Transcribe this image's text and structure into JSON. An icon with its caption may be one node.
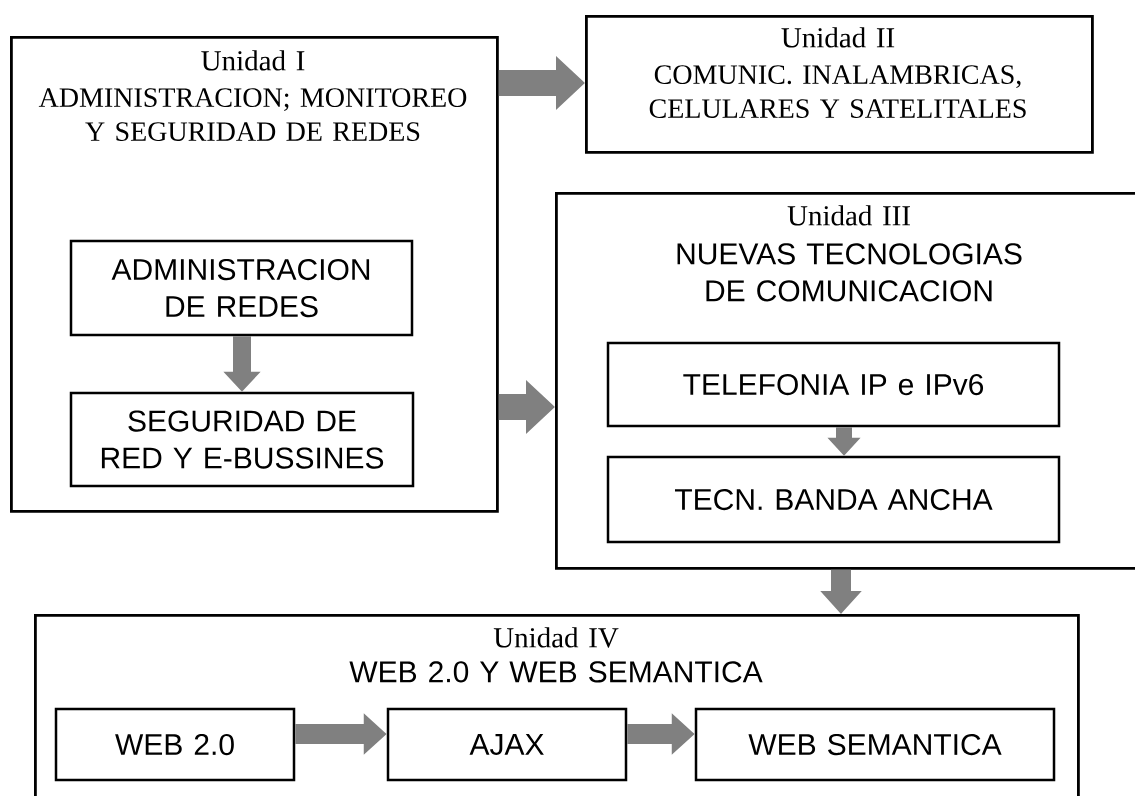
{
  "diagram": {
    "nodes": [
      {
        "text": [
          "Unidad I",
          "ADMINISTRACION; MONITOREO Y SEGURIDAD DE REDES"
        ]
      },
      {
        "text": [
          "ADMINISTRACION DE REDES"
        ],
        "in": 0
      },
      {
        "text": [
          "SEGURIDAD DE RED Y E-BUSSINES"
        ],
        "in": 0
      },
      {
        "text": [
          "Unidad II",
          "COMUNIC. INALAMBRICAS, CELULARES Y SATELITALES"
        ]
      },
      {
        "text": [
          "Unidad III",
          "NUEVAS TECNOLOGIAS DE COMUNICACION"
        ]
      },
      {
        "text": [
          "TELEFONIA IP e IPv6"
        ],
        "in": 4
      },
      {
        "text": [
          "TECN. BANDA ANCHA"
        ],
        "in": 4
      },
      {
        "text": [
          "Unidad IV",
          "WEB 2.0 Y WEB SEMANTICA"
        ]
      },
      {
        "text": [
          "WEB 2.0"
        ],
        "in": 7
      },
      {
        "text": [
          "AJAX"
        ],
        "in": 7
      },
      {
        "text": [
          "WEB SEMANTICA"
        ],
        "in": 7
      }
    ],
    "edges": [
      {
        "from": 0,
        "to": 3,
        "arrow": "to"
      },
      {
        "from": 1,
        "to": 2,
        "arrow": "to"
      },
      {
        "from": 0,
        "to": 4,
        "arrow": "to"
      },
      {
        "from": 5,
        "to": 6,
        "arrow": "to"
      },
      {
        "from": 4,
        "to": 7,
        "arrow": "to"
      },
      {
        "from": 8,
        "to": 9,
        "arrow": "to"
      },
      {
        "from": 9,
        "to": 10,
        "arrow": "to"
      }
    ]
  }
}
